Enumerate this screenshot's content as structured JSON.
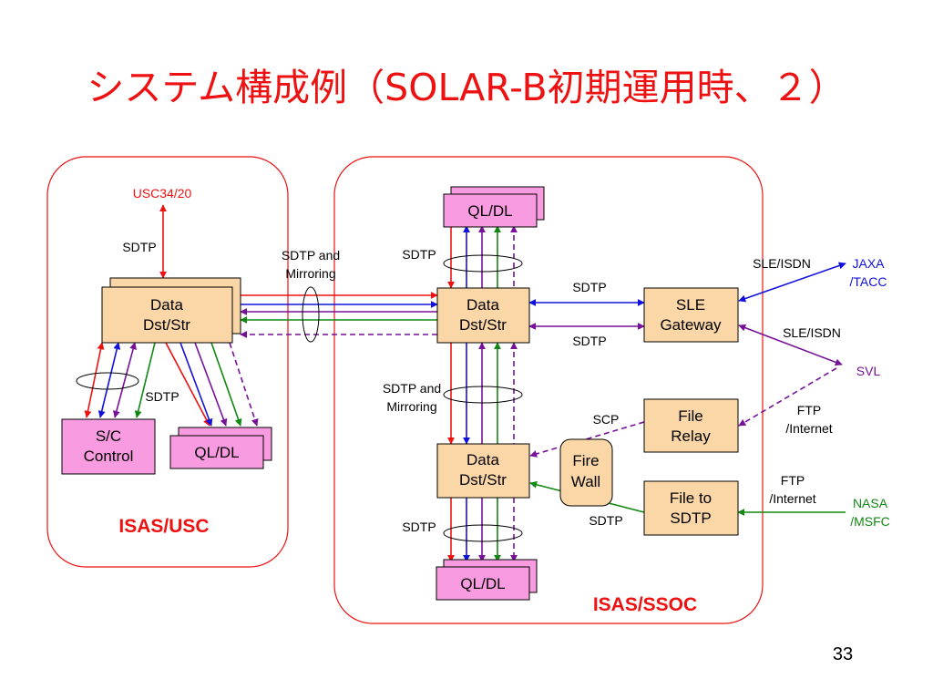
{
  "title": "システム構成例（SOLAR-B初期運用時、２）",
  "page_number": "33",
  "colors": {
    "red": "#ee1111",
    "blue": "#1111dd",
    "purple": "#771199",
    "green": "#118811",
    "box_orange": "#fbd6a6",
    "box_pink": "#f99be0"
  },
  "regions": {
    "usc": "ISAS/USC",
    "ssoc": "ISAS/SSOC"
  },
  "boxes": {
    "usc_data": [
      "Data",
      "Dst/Str"
    ],
    "usc_sc_control": [
      "S/C",
      "Control"
    ],
    "usc_qldl": [
      "QL/DL"
    ],
    "ssoc_qldl_top": [
      "QL/DL"
    ],
    "ssoc_data_top": [
      "Data",
      "Dst/Str"
    ],
    "ssoc_data_bottom": [
      "Data",
      "Dst/Str"
    ],
    "ssoc_qldl_bottom": [
      "QL/DL"
    ],
    "sle_gateway": [
      "SLE",
      "Gateway"
    ],
    "file_relay": [
      "File",
      "Relay"
    ],
    "fire_wall": [
      "Fire",
      "Wall"
    ],
    "file_to_sdtp": [
      "File to",
      "SDTP"
    ]
  },
  "labels": {
    "usc34": "USC34/20",
    "sdtp_usc_top": "SDTP",
    "sdtp_usc_bottom": "SDTP",
    "sdtp_mirroring_left": [
      "SDTP and",
      "Mirroring"
    ],
    "sdtp_ssoc_top": "SDTP",
    "sdtp_gateway_top": "SDTP",
    "sdtp_gateway_bottom": "SDTP",
    "sdtp_mirroring_mid": [
      "SDTP and",
      "Mirroring"
    ],
    "scp": "SCP",
    "sdtp_firewall": "SDTP",
    "sdtp_ssoc_bottom": "SDTP",
    "sle_isdn_1": "SLE/ISDN",
    "sle_isdn_2": "SLE/ISDN",
    "ftp_internet_1": [
      "FTP",
      "/Internet"
    ],
    "ftp_internet_2": [
      "FTP",
      "/Internet"
    ],
    "jaxa": [
      "JAXA",
      "/TACC"
    ],
    "svl": "SVL",
    "nasa": [
      "NASA",
      "/MSFC"
    ]
  }
}
